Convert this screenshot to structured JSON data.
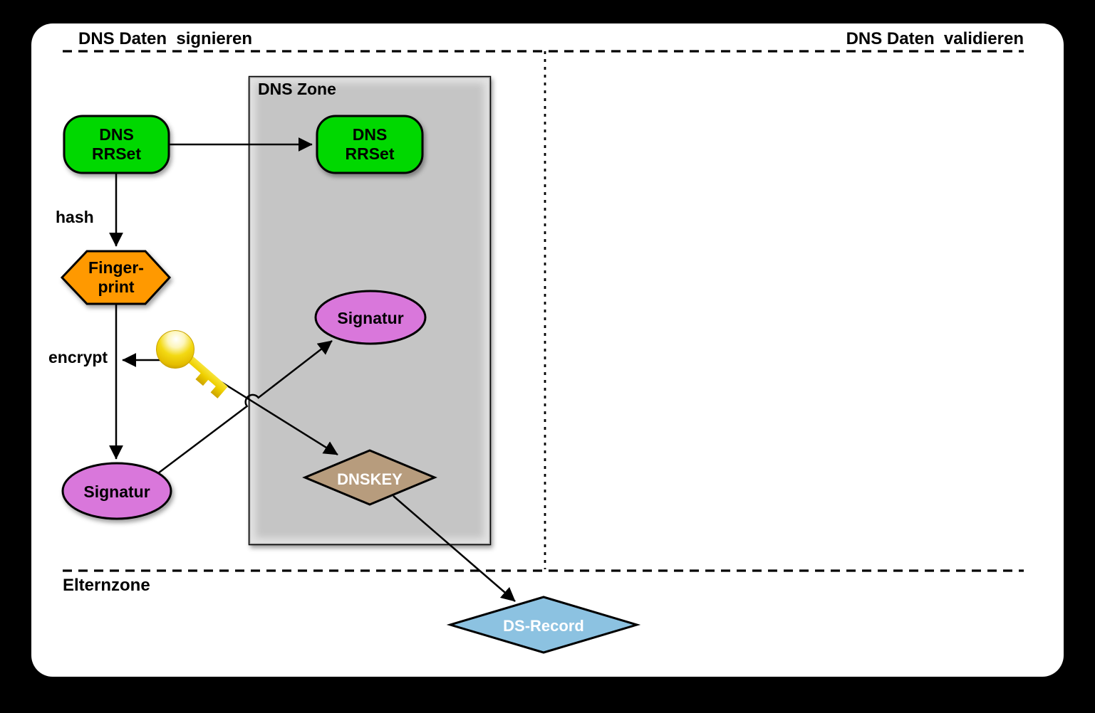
{
  "page": {
    "background": "#000000",
    "panel_color": "#ffffff"
  },
  "headers": {
    "sign_title": "DNS Daten  signieren",
    "validate_title": "DNS Daten  validieren",
    "parent_zone_label": "Elternzone"
  },
  "zone": {
    "label": "DNS Zone",
    "fill": "#c5c5c5"
  },
  "nodes": {
    "rrset_left": {
      "line1": "DNS",
      "line2": "RRSet",
      "fill": "#00d802"
    },
    "rrset_zone": {
      "line1": "DNS",
      "line2": "RRSet",
      "fill": "#00d802"
    },
    "fingerprint": {
      "line1": "Finger-",
      "line2": "print",
      "fill": "#ff9900"
    },
    "signatur_left": {
      "label": "Signatur",
      "fill": "#d977db"
    },
    "signatur_zone": {
      "label": "Signatur",
      "fill": "#d977db"
    },
    "dnskey": {
      "label": "DNSKEY",
      "fill": "#b79c7d",
      "text_color": "#ffffff"
    },
    "ds_record": {
      "label": "DS-Record",
      "fill": "#8cc2e1",
      "text_color": "#ffffff"
    }
  },
  "edge_labels": {
    "hash": "hash",
    "encrypt": "encrypt"
  },
  "icons": {
    "key": {
      "name": "key-icon",
      "color": "#f3d913"
    }
  }
}
